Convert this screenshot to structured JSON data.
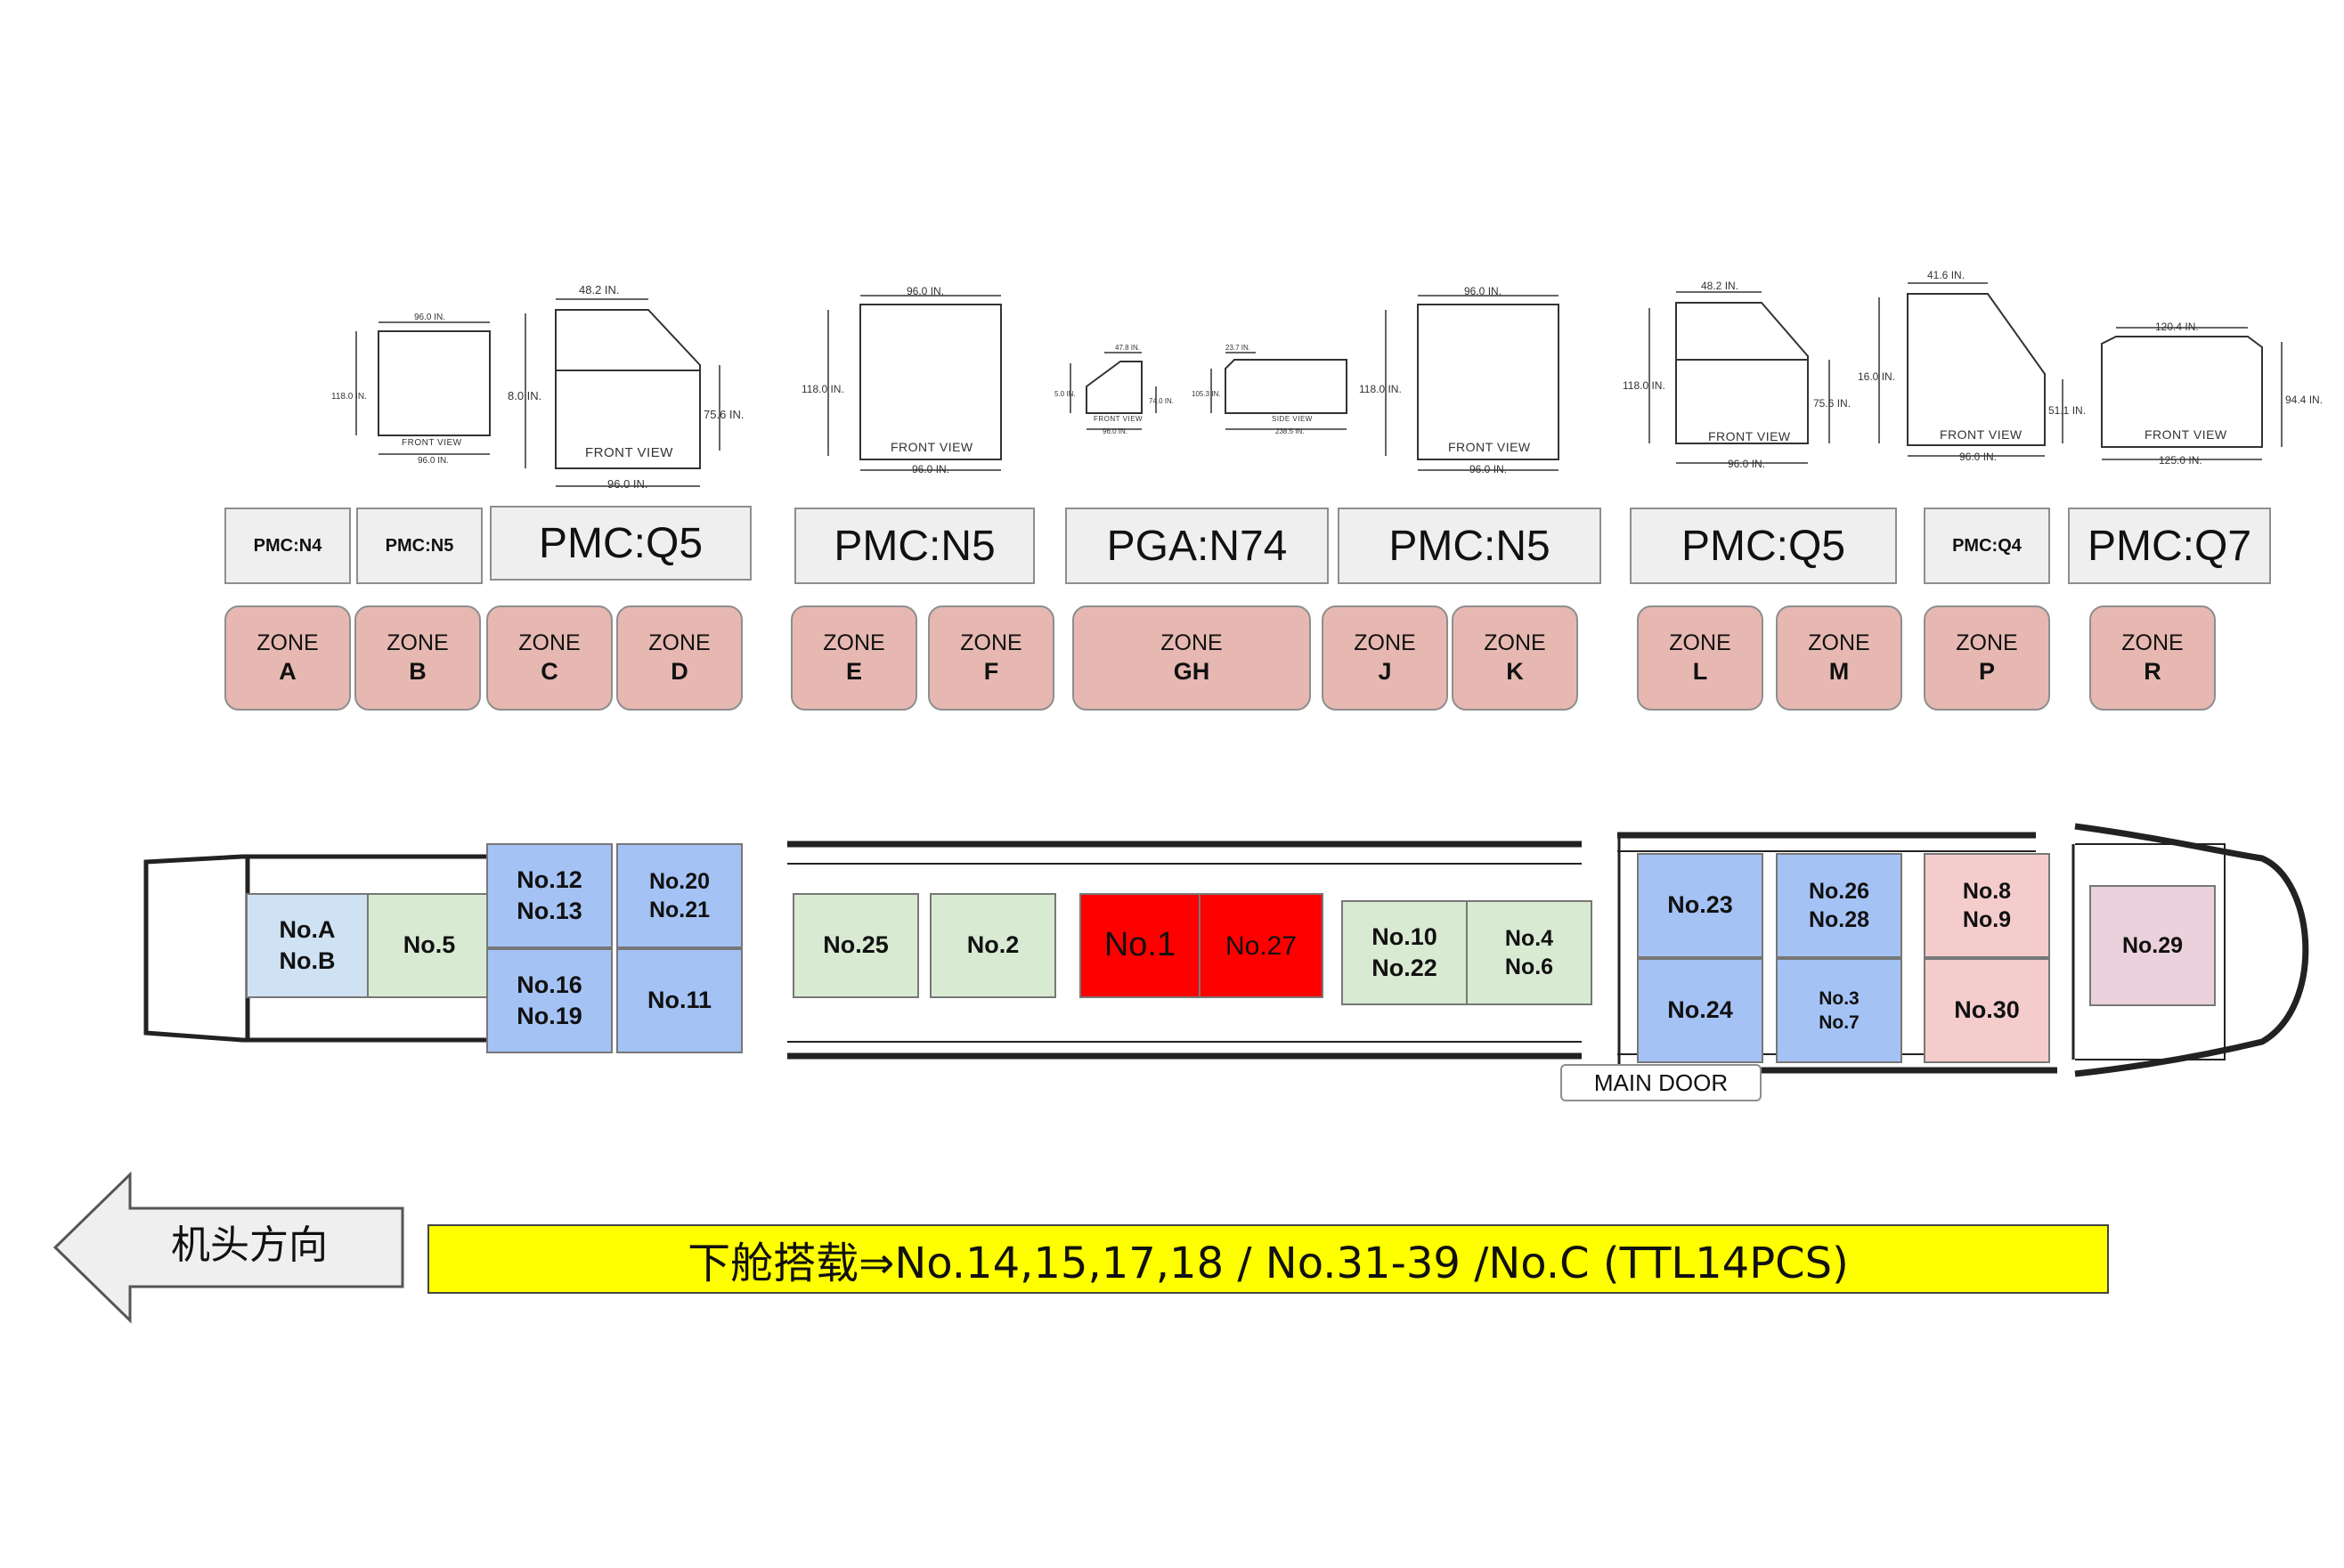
{
  "dimension_views": {
    "v1": {
      "height": "118.0 IN.",
      "width_top": "96.0 IN.",
      "width_bottom": "96.0 IN.",
      "caption": "FRONT VIEW"
    },
    "v2": {
      "top": "48.2 IN.",
      "left": "8.0 IN.",
      "right": "75.6 IN.",
      "bottom": "96.0 IN.",
      "caption": "FRONT VIEW"
    },
    "v3": {
      "top": "96.0 IN.",
      "left": "118.0 IN.",
      "bottom": "96.0 IN.",
      "caption": "FRONT VIEW"
    },
    "v4": {
      "top": "47.8 IN.",
      "left": "5.0 IN.",
      "right": "74.0 IN.",
      "bottom": "96.0 IN.",
      "caption": "FRONT VIEW"
    },
    "v5": {
      "top": "23.7 IN.",
      "left": "105.3 IN.",
      "bottom": "238.5 IN.",
      "caption": "SIDE VIEW"
    },
    "v6": {
      "top": "96.0 IN.",
      "left": "118.0 IN.",
      "bottom": "96.0 IN.",
      "caption": "FRONT VIEW"
    },
    "v7": {
      "top": "48.2 IN.",
      "left": "118.0 IN.",
      "right": "75.6 IN.",
      "bottom": "96.0 IN.",
      "caption": "FRONT VIEW"
    },
    "v8": {
      "top": "41.6 IN.",
      "left": "16.0 IN.",
      "right": "51.1 IN.",
      "bottom": "96.0 IN.",
      "caption": "FRONT VIEW"
    },
    "v9": {
      "top": "120.4 IN.",
      "right": "94.4 IN.",
      "bottom": "125.0 IN.",
      "caption": "FRONT VIEW"
    }
  },
  "pmc_labels": [
    "PMC:N4",
    "PMC:N5",
    "PMC:Q5",
    "PMC:N5",
    "PGA:N74",
    "PMC:N5",
    "PMC:Q5",
    "PMC:Q4",
    "PMC:Q7"
  ],
  "zones": [
    {
      "word": "ZONE",
      "letter": "A"
    },
    {
      "word": "ZONE",
      "letter": "B"
    },
    {
      "word": "ZONE",
      "letter": "C"
    },
    {
      "word": "ZONE",
      "letter": "D"
    },
    {
      "word": "ZONE",
      "letter": "E"
    },
    {
      "word": "ZONE",
      "letter": "F"
    },
    {
      "word": "ZONE",
      "letter": "GH"
    },
    {
      "word": "ZONE",
      "letter": "J"
    },
    {
      "word": "ZONE",
      "letter": "K"
    },
    {
      "word": "ZONE",
      "letter": "L"
    },
    {
      "word": "ZONE",
      "letter": "M"
    },
    {
      "word": "ZONE",
      "letter": "P"
    },
    {
      "word": "ZONE",
      "letter": "R"
    }
  ],
  "positions": {
    "ab": [
      "No.A",
      "No.B"
    ],
    "p5": [
      "No.5"
    ],
    "p12": [
      "No.12",
      "No.13"
    ],
    "p16": [
      "No.16",
      "No.19"
    ],
    "p20": [
      "No.20",
      "No.21"
    ],
    "p11": [
      "No.11"
    ],
    "p25": [
      "No.25"
    ],
    "p2": [
      "No.2"
    ],
    "p1": [
      "No.1"
    ],
    "p27": [
      "No.27"
    ],
    "p10": [
      "No.10",
      "No.22"
    ],
    "p4": [
      "No.4",
      "No.6"
    ],
    "p23": [
      "No.23"
    ],
    "p24": [
      "No.24"
    ],
    "p26": [
      "No.26",
      "No.28"
    ],
    "p3": [
      "No.3",
      "No.7"
    ],
    "p8": [
      "No.8",
      "No.9"
    ],
    "p30": [
      "No.30"
    ],
    "p29": [
      "No.29"
    ]
  },
  "main_door": "MAIN DOOR",
  "direction_label": "机头方向",
  "lower_hold_note": "下舱搭载⇒No.14,15,17,18 / No.31-39 /No.C (TTL14PCS)",
  "colors": {
    "zone": "#e6b8b1",
    "blue": "#a4c2f4",
    "light_blue": "#cfe2f3",
    "green": "#d9ead3",
    "pink": "#f4cccc",
    "mauve": "#ead1dc",
    "red": "#ff0000",
    "note_bg": "#ffff00"
  }
}
